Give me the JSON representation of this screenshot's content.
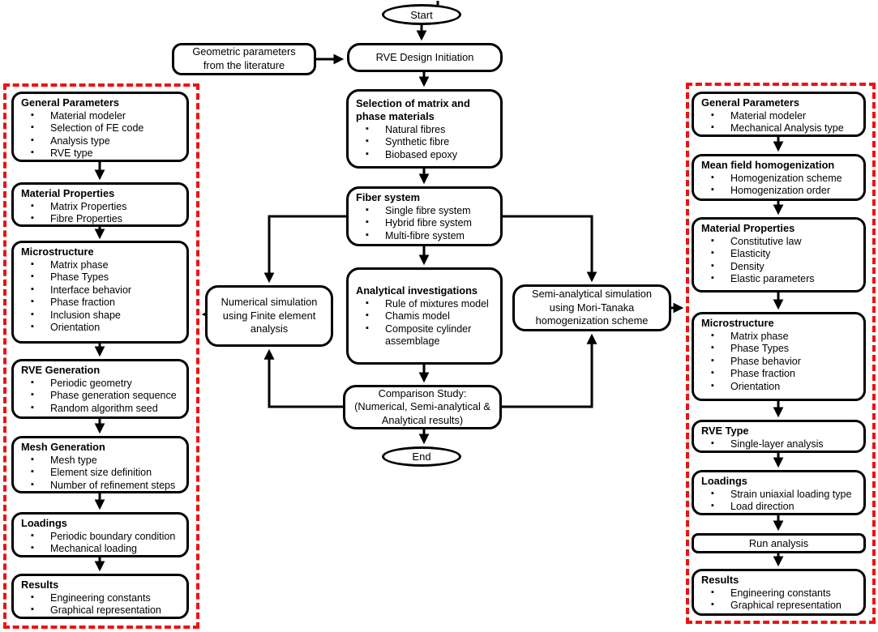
{
  "colors": {
    "line": "#000000",
    "dashed_border": "#ec1313",
    "background": "#ffffff"
  },
  "flow": {
    "start_label": "Start",
    "end_label": "End",
    "literature": "Geometric parameters from the literature",
    "rve_initiation": "RVE Design Initiation",
    "selection": {
      "title": "Selection of matrix and phase materials",
      "items": [
        "Natural fibres",
        "Synthetic fibre",
        "Biobased epoxy"
      ]
    },
    "fiber_system": {
      "title": "Fiber system",
      "items": [
        "Single fibre system",
        "Hybrid fibre system",
        "Multi-fibre system"
      ]
    },
    "analytical": {
      "title": "Analytical investigations",
      "items": [
        "Rule of mixtures model",
        "Chamis model",
        "Composite cylinder assemblage"
      ]
    },
    "comparison": "Comparison Study: (Numerical, Semi-analytical & Analytical results)",
    "numerical_sim": "Numerical simulation using Finite element analysis",
    "semi_analytical_sim": "Semi-analytical simulation using Mori-Tanaka homogenization scheme"
  },
  "left_panel": {
    "boxes": [
      {
        "title": "General Parameters",
        "items": [
          "Material modeler",
          "Selection of FE code",
          "Analysis type",
          "RVE type"
        ]
      },
      {
        "title": "Material Properties",
        "items": [
          "Matrix Properties",
          "Fibre Properties"
        ]
      },
      {
        "title": "Microstructure",
        "items": [
          "Matrix phase",
          "Phase Types",
          "Interface behavior",
          "Phase fraction",
          "Inclusion shape",
          "Orientation"
        ]
      },
      {
        "title": "RVE Generation",
        "items": [
          "Periodic geometry",
          "Phase generation sequence",
          "Random algorithm seed"
        ]
      },
      {
        "title": "Mesh Generation",
        "items": [
          "Mesh type",
          "Element size definition",
          "Number of refinement steps"
        ]
      },
      {
        "title": "Loadings",
        "items": [
          "Periodic boundary condition",
          "Mechanical loading"
        ]
      },
      {
        "title": "Results",
        "items": [
          "Engineering constants",
          "Graphical representation"
        ]
      }
    ]
  },
  "right_panel": {
    "boxes": [
      {
        "title": "General Parameters",
        "items": [
          "Material modeler",
          "Mechanical Analysis type"
        ]
      },
      {
        "title": "Mean field homogenization",
        "items": [
          "Homogenization scheme",
          "Homogenization order"
        ]
      },
      {
        "title": "Material Properties",
        "items": [
          "Constitutive law",
          "Elasticity",
          "Density",
          "Elastic parameters"
        ]
      },
      {
        "title": "Microstructure",
        "items": [
          "Matrix phase",
          "Phase Types",
          "Phase behavior",
          "Phase fraction",
          "Orientation"
        ]
      },
      {
        "title": "RVE Type",
        "items": [
          "Single-layer analysis"
        ]
      },
      {
        "title": "Loadings",
        "items": [
          "Strain uniaxial loading type",
          "Load direction"
        ]
      },
      {
        "title": "Run analysis",
        "items": []
      },
      {
        "title": "Results",
        "items": [
          "Engineering constants",
          "Graphical representation"
        ]
      }
    ]
  }
}
